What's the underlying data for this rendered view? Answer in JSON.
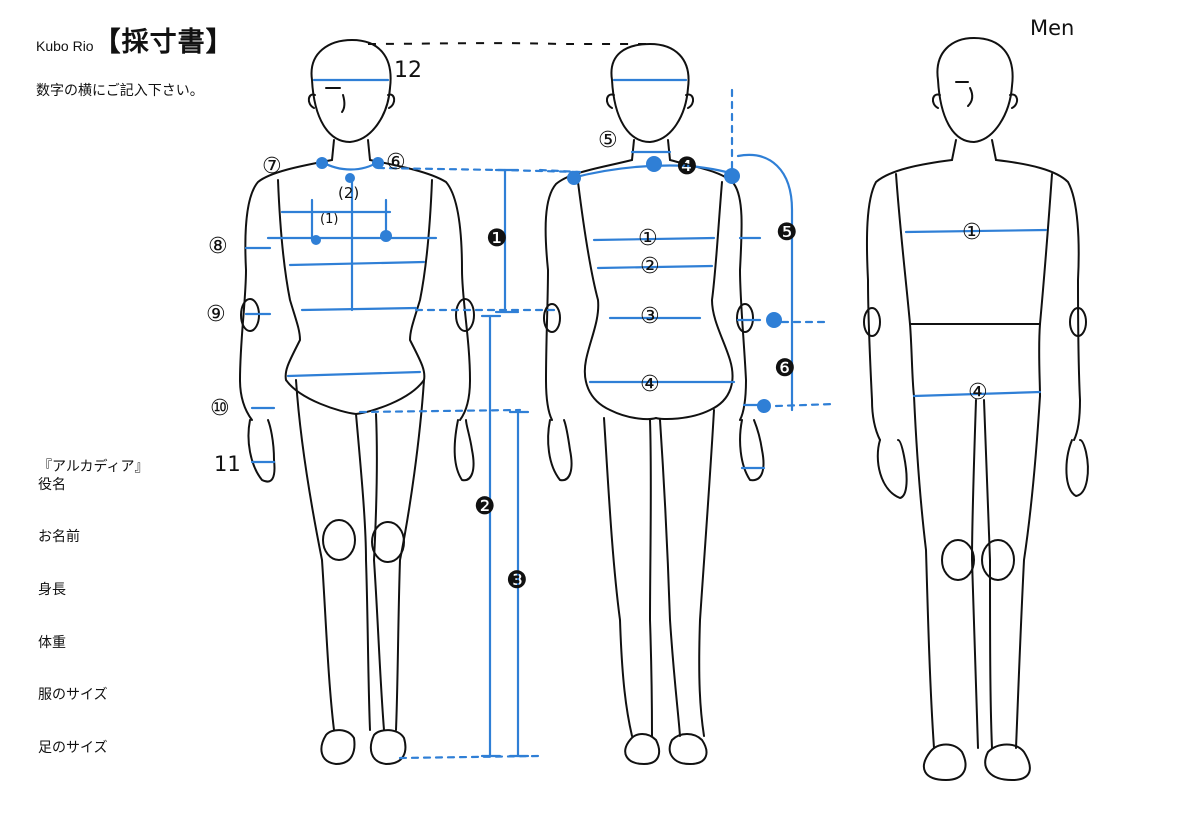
{
  "header": {
    "author": "Kubo Rio",
    "title": "【採寸書】",
    "instruction": "数字の横にご記入下さい。",
    "men_label": "Men"
  },
  "form": {
    "role_line1": "『アルカディア』",
    "role_line2": "役名",
    "name": "お名前",
    "height": "身長",
    "weight": "体重",
    "clothing_size": "服のサイズ",
    "shoe_size": "足のサイズ"
  },
  "front_figure_labels": {
    "n7": "⑦",
    "n6": "⑥",
    "n2": "(2)",
    "n1": "(1)",
    "n8": "⑧",
    "n9": "⑨",
    "n10": "⑩",
    "n11": "11",
    "n12": "12"
  },
  "length_labels": {
    "l1": "❶",
    "l2": "❷",
    "l3": "❸"
  },
  "back_figure_labels": {
    "n5": "⑤",
    "n4b": "❹",
    "c1": "①",
    "c2": "②",
    "c3": "③",
    "c4": "④",
    "b5": "❺",
    "b6": "❻"
  },
  "men_figure_labels": {
    "c1": "①",
    "c4": "④"
  },
  "colors": {
    "accent": "#2f7fd6",
    "ink": "#111111"
  }
}
